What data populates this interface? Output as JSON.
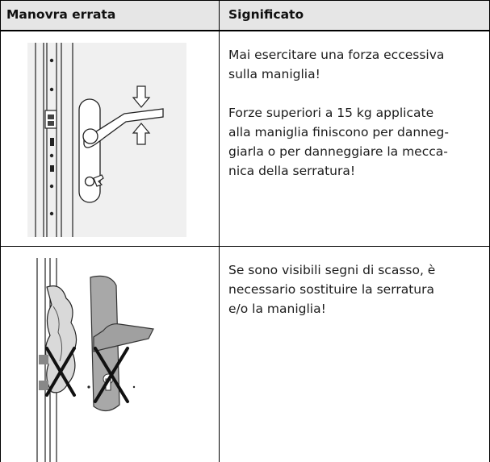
{
  "table": {
    "headers": {
      "left": "Manovra errata",
      "right": "Significato"
    },
    "rows": [
      {
        "illustration": "handle-force-illustration",
        "paragraphs": [
          "Mai esercitare una forza eccessiva sulla maniglia!",
          "Forze superiori a 15 kg applicate alla maniglia finiscono per danneg-giarla o per danneggiare la mecca-nica della serratura!"
        ],
        "lines": [
          "Mai esercitare una forza eccessiva",
          "sulla maniglia!",
          "Forze superiori a 15 kg applicate",
          "alla maniglia finiscono per danneg-",
          "giarla o per danneggiare la mecca-",
          "nica della serratura!"
        ]
      },
      {
        "illustration": "break-in-damage-illustration",
        "lines": [
          "Se sono visibili segni di scasso, è",
          "necessario sostituire la serratura",
          "e/o la maniglia!"
        ]
      }
    ]
  }
}
